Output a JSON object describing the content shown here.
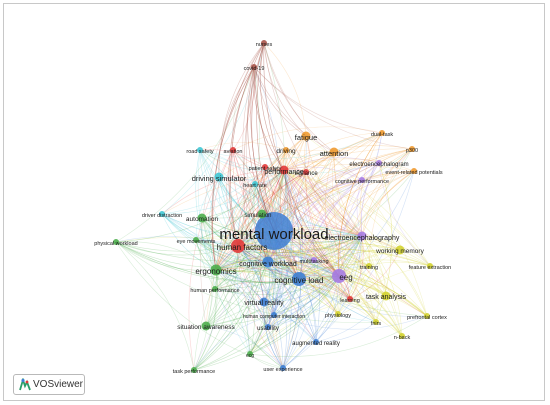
{
  "app": {
    "logo_text": "VOSviewer",
    "logo_icon": "vosviewer-logo-icon"
  },
  "colors": {
    "red": "#e23a3a",
    "green": "#4cae4c",
    "blue": "#3e7fd4",
    "yellow": "#d3d331",
    "purple": "#a67be3",
    "cyan": "#3fc7d4",
    "orange": "#f09a30",
    "brown": "#a9554a",
    "pink": "#e890b3"
  },
  "network": {
    "nodes": [
      {
        "id": "mental-workload",
        "label": "mental workload",
        "cluster": "blue",
        "weight": 10
      },
      {
        "id": "human-factors",
        "label": "human factors",
        "cluster": "red",
        "weight": 5
      },
      {
        "id": "cognitive-load",
        "label": "cognitive load",
        "cluster": "blue",
        "weight": 5
      },
      {
        "id": "eeg",
        "label": "eeg",
        "cluster": "purple",
        "weight": 5
      },
      {
        "id": "electroencephalography",
        "label": "electroencephalography",
        "cluster": "purple",
        "weight": 3
      },
      {
        "id": "cognitive-workload",
        "label": "cognitive workload",
        "cluster": "blue",
        "weight": 4
      },
      {
        "id": "ergonomics",
        "label": "ergonomics",
        "cluster": "green",
        "weight": 4
      },
      {
        "id": "driving-simulator",
        "label": "driving simulator",
        "cluster": "cyan",
        "weight": 3
      },
      {
        "id": "fatigue",
        "label": "fatigue",
        "cluster": "orange",
        "weight": 3
      },
      {
        "id": "attention",
        "label": "attention",
        "cluster": "orange",
        "weight": 3
      },
      {
        "id": "performance",
        "label": "performance",
        "cluster": "red",
        "weight": 3
      },
      {
        "id": "simulation",
        "label": "simulation",
        "cluster": "green",
        "weight": 3
      },
      {
        "id": "automation",
        "label": "automation",
        "cluster": "green",
        "weight": 3
      },
      {
        "id": "eye-movements",
        "label": "eye movements",
        "cluster": "green",
        "weight": 2
      },
      {
        "id": "working-memory",
        "label": "working memory",
        "cluster": "yellow",
        "weight": 3
      },
      {
        "id": "task-analysis",
        "label": "task analysis",
        "cluster": "yellow",
        "weight": 3
      },
      {
        "id": "virtual-reality",
        "label": "virtual reality",
        "cluster": "blue",
        "weight": 3
      },
      {
        "id": "human-performance",
        "label": "human performance",
        "cluster": "green",
        "weight": 2
      },
      {
        "id": "situation-awareness",
        "label": "situation awareness",
        "cluster": "green",
        "weight": 3
      },
      {
        "id": "usability",
        "label": "usability",
        "cluster": "blue",
        "weight": 2
      },
      {
        "id": "augmented-reality",
        "label": "augmented reality",
        "cluster": "blue",
        "weight": 2
      },
      {
        "id": "user-experience",
        "label": "user experience",
        "cluster": "blue",
        "weight": 2
      },
      {
        "id": "task-performance",
        "label": "task performance",
        "cluster": "green",
        "weight": 2
      },
      {
        "id": "ecg",
        "label": "ecg",
        "cluster": "green",
        "weight": 2
      },
      {
        "id": "human-computer-interaction",
        "label": "human computer interaction",
        "cluster": "blue",
        "weight": 2
      },
      {
        "id": "physiology",
        "label": "physiology",
        "cluster": "yellow",
        "weight": 2
      },
      {
        "id": "fnirs",
        "label": "fnirs",
        "cluster": "yellow",
        "weight": 2
      },
      {
        "id": "n-back",
        "label": "n-back",
        "cluster": "yellow",
        "weight": 2
      },
      {
        "id": "prefrontal-cortex",
        "label": "prefrontal cortex",
        "cluster": "yellow",
        "weight": 2
      },
      {
        "id": "feature-extraction",
        "label": "feature extraction",
        "cluster": "yellow",
        "weight": 2
      },
      {
        "id": "training",
        "label": "training",
        "cluster": "yellow",
        "weight": 2
      },
      {
        "id": "learning",
        "label": "learning",
        "cluster": "red",
        "weight": 2
      },
      {
        "id": "multitasking",
        "label": "multitasking",
        "cluster": "purple",
        "weight": 2
      },
      {
        "id": "electroencephalogram",
        "label": "electroencephalogram",
        "cluster": "purple",
        "weight": 2
      },
      {
        "id": "cognitive-performance",
        "label": "cognitive performance",
        "cluster": "purple",
        "weight": 2
      },
      {
        "id": "event-related-potentials",
        "label": "event-related potentials",
        "cluster": "orange",
        "weight": 2
      },
      {
        "id": "p300",
        "label": "p300",
        "cluster": "orange",
        "weight": 2
      },
      {
        "id": "dual-task",
        "label": "dual-task",
        "cluster": "orange",
        "weight": 2
      },
      {
        "id": "vigilance",
        "label": "vigilance",
        "cluster": "red",
        "weight": 2
      },
      {
        "id": "driving",
        "label": "driving",
        "cluster": "orange",
        "weight": 2
      },
      {
        "id": "patient-safety",
        "label": "patient safety",
        "cluster": "red",
        "weight": 2
      },
      {
        "id": "heart-rate",
        "label": "heart rate",
        "cluster": "cyan",
        "weight": 2
      },
      {
        "id": "aviation",
        "label": "aviation",
        "cluster": "red",
        "weight": 2
      },
      {
        "id": "road-safety",
        "label": "road safety",
        "cluster": "cyan",
        "weight": 2
      },
      {
        "id": "driver-distraction",
        "label": "driver distraction",
        "cluster": "cyan",
        "weight": 2
      },
      {
        "id": "physical-workload",
        "label": "physical workload",
        "cluster": "green",
        "weight": 2
      },
      {
        "id": "covid-19",
        "label": "covid-19",
        "cluster": "brown",
        "weight": 2
      },
      {
        "id": "nurses",
        "label": "nurses",
        "cluster": "brown",
        "weight": 2
      }
    ]
  }
}
